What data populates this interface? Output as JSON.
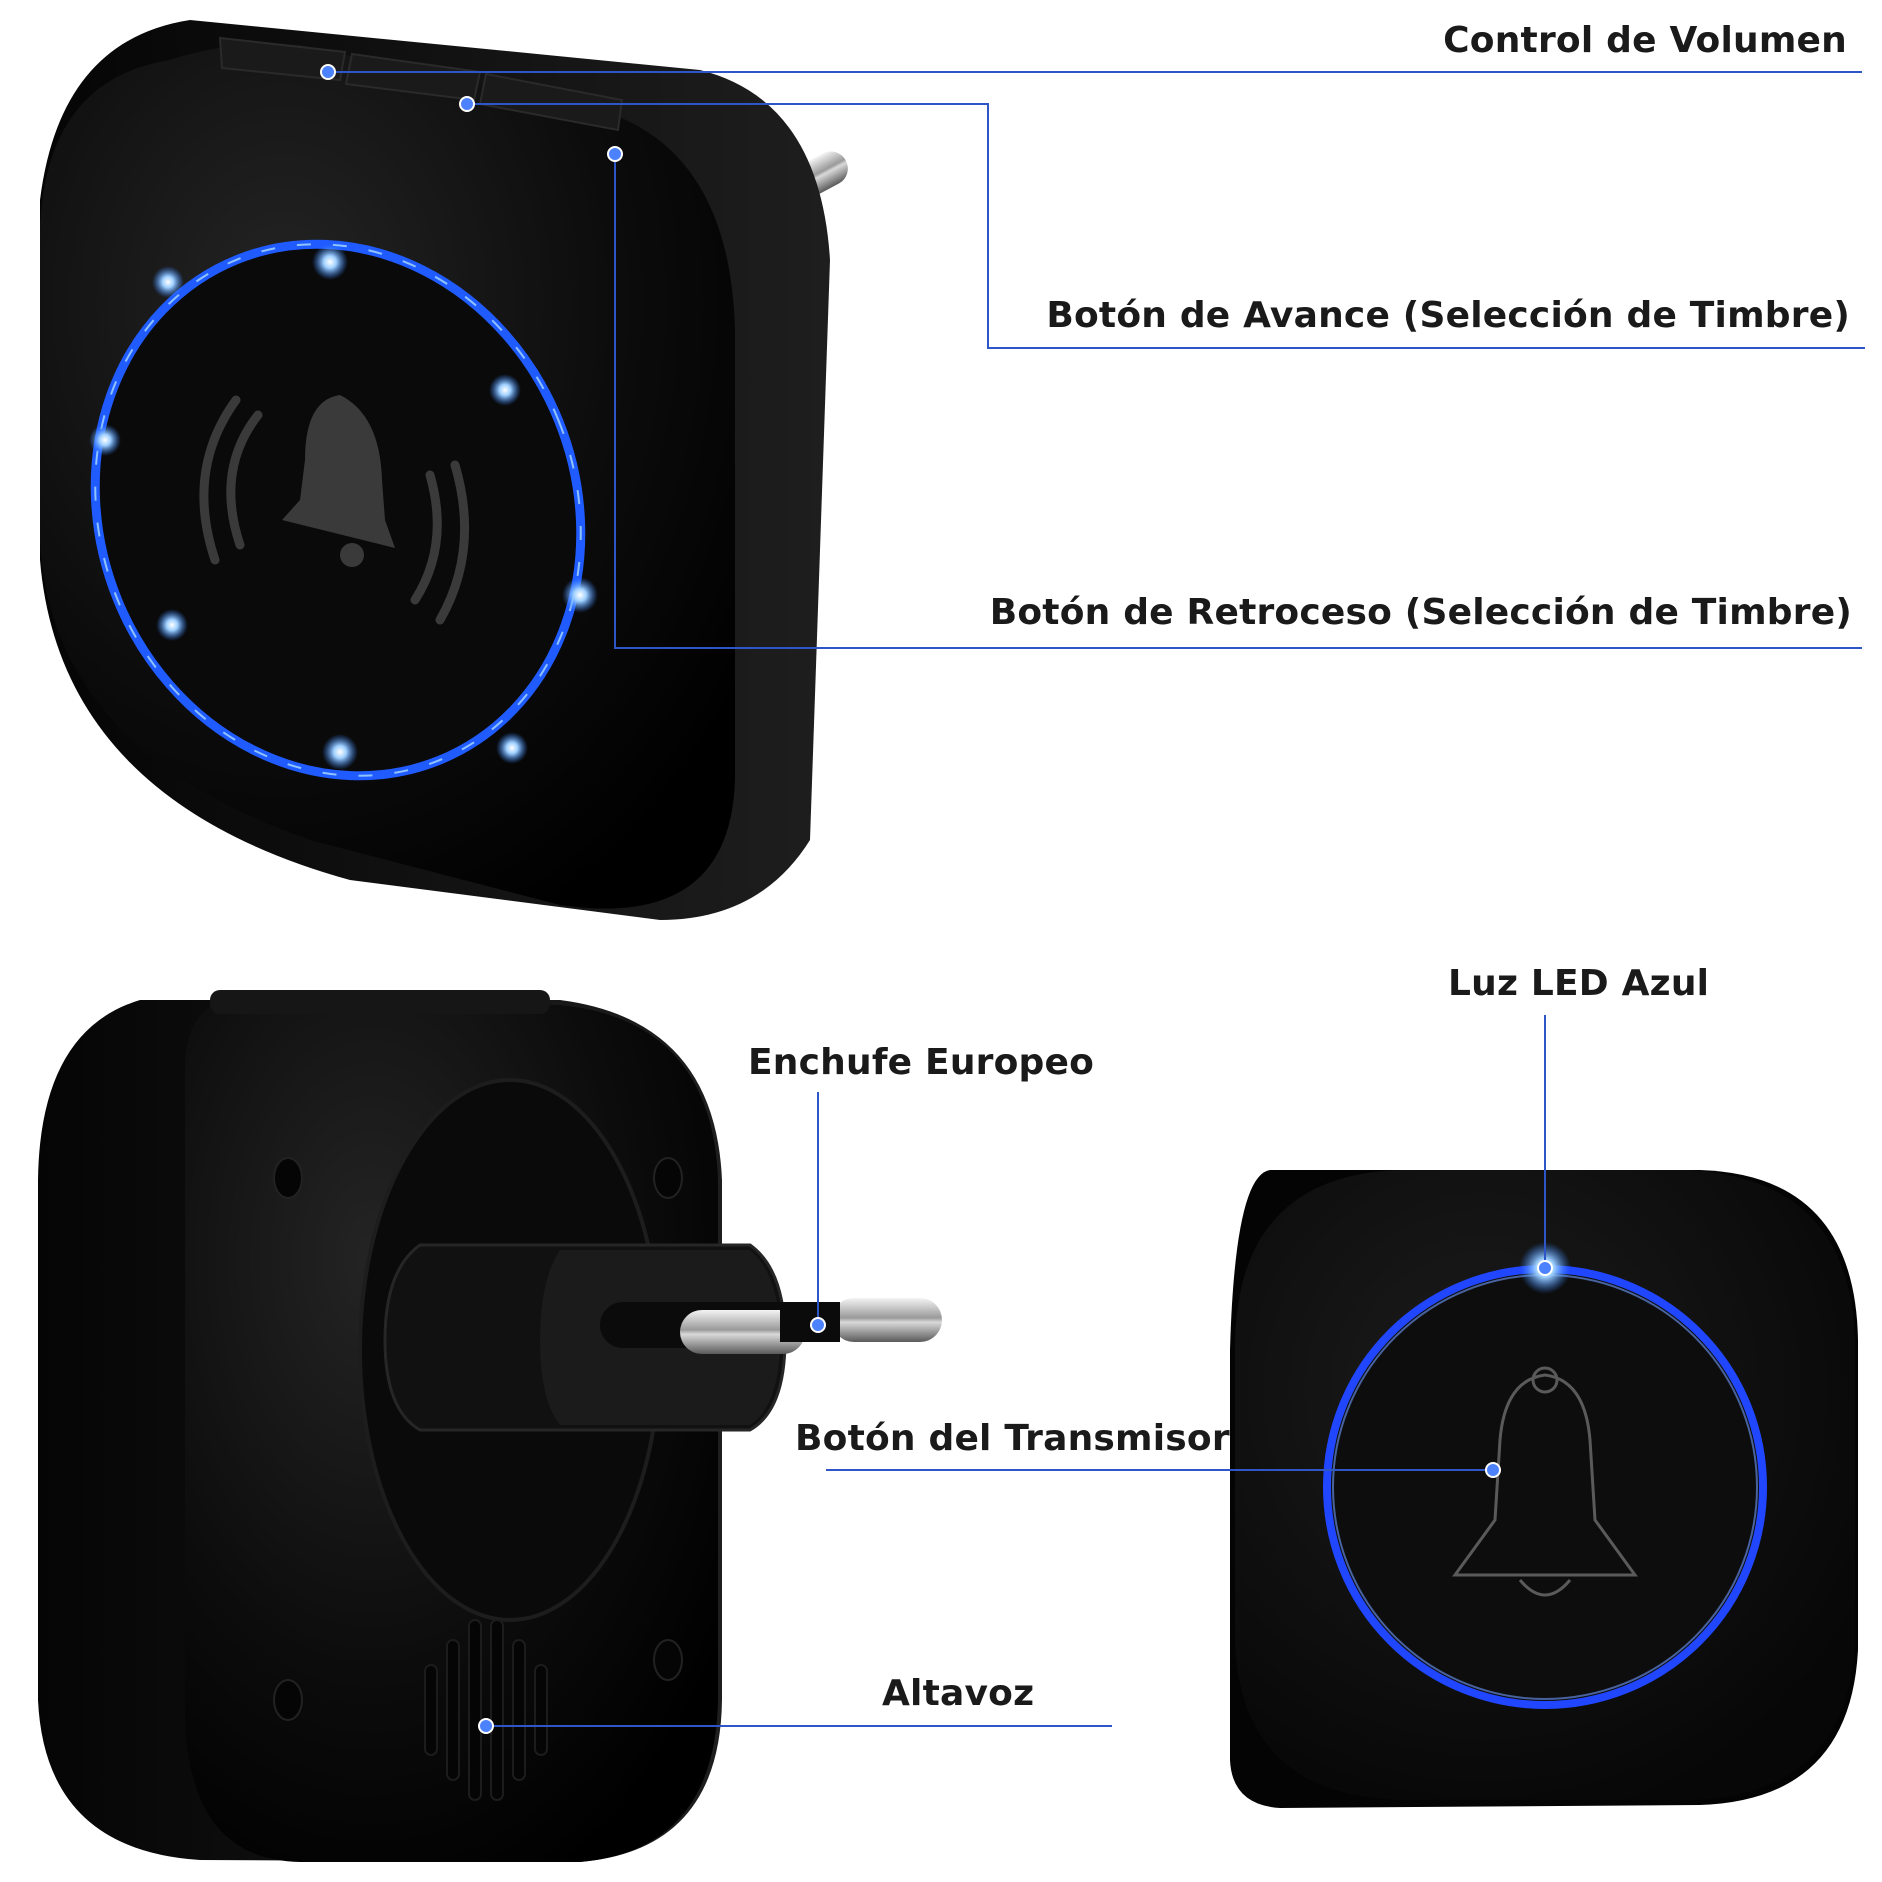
{
  "labels": {
    "volume_control": "Control de Volumen",
    "forward_button": "Botón de Avance (Selección de Timbre)",
    "back_button": "Botón de Retroceso (Selección de Timbre)",
    "blue_led": "Luz LED Azul",
    "eu_plug": "Enchufe Europeo",
    "transmitter_button": "Botón del Transmisor",
    "speaker": "Altavoz"
  },
  "colors": {
    "leader_line": "#2f56c6",
    "led_blue": "#2a7bff",
    "device_body": "#0b0b0b",
    "label_text": "#1a1a1a"
  },
  "icons": [
    "bell-with-sound-waves-icon",
    "bell-outline-icon",
    "speaker-grille-icon"
  ]
}
